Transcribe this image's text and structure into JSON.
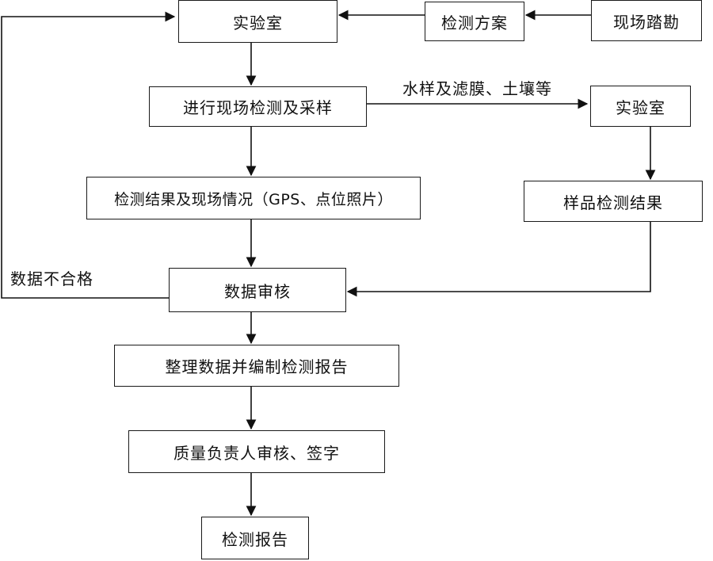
{
  "nodes": {
    "lab_main": "实验室",
    "plan": "检测方案",
    "survey": "现场踏勘",
    "field_sampling": "进行现场检测及采样",
    "lab_side": "实验室",
    "field_results": "检测结果及现场情况（GPS、点位照片）",
    "sample_results": "样品检测结果",
    "data_review": "数据审核",
    "compile_report": "整理数据并编制检测报告",
    "quality_sign": "质量负责人审核、签字",
    "final_report": "检测报告"
  },
  "edge_labels": {
    "samples": "水样及滤膜、土壤等",
    "data_fail": "数据不合格"
  }
}
